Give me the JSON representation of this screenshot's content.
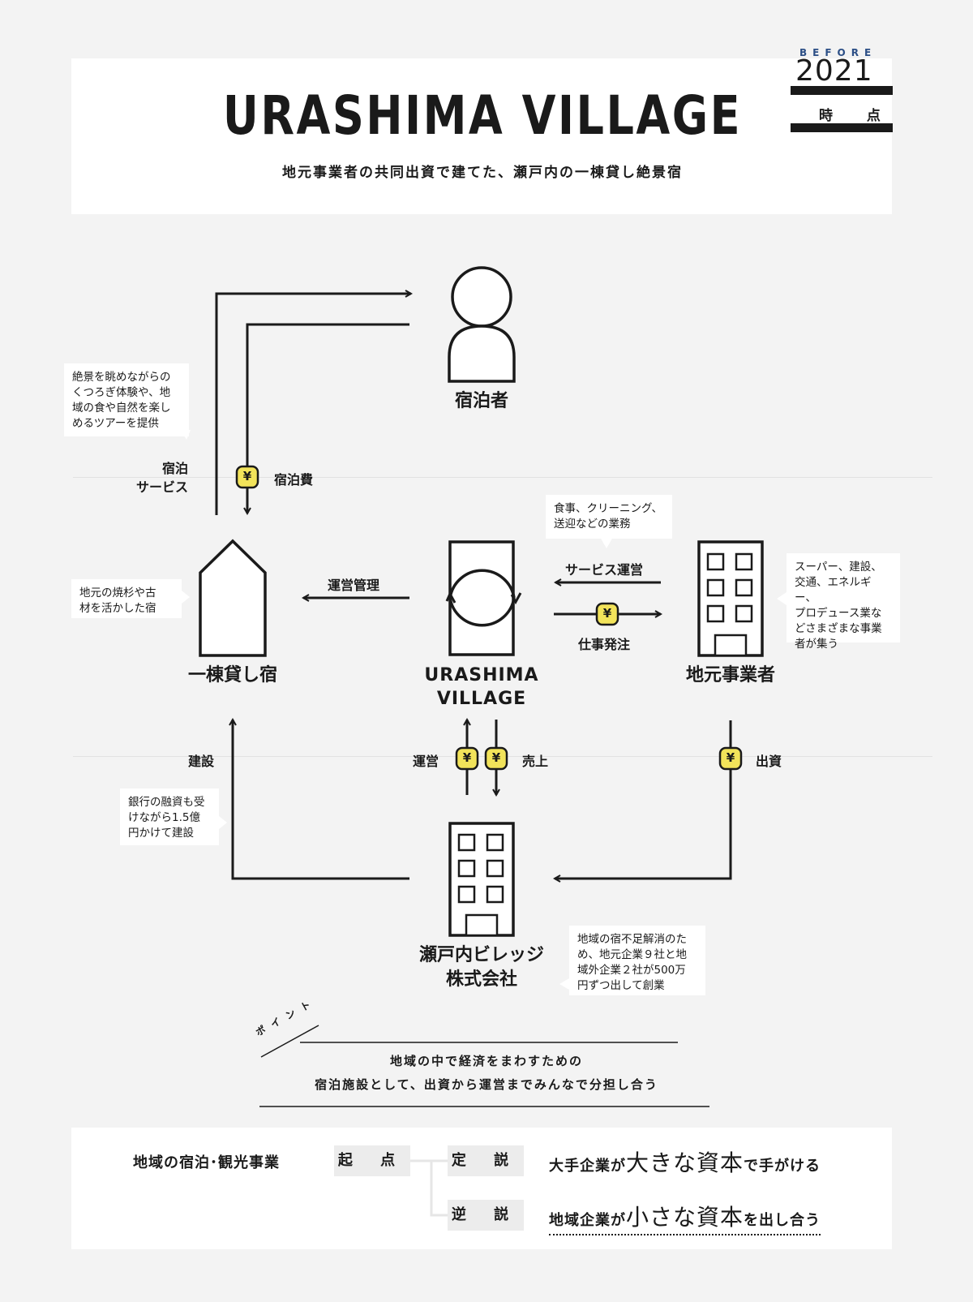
{
  "header": {
    "title": "URASHIMA VILLAGE",
    "subtitle": "地元事業者の共同出資で建てた、瀬戸内の一棟貸し絶景宿",
    "badge": {
      "before": "BEFORE",
      "year": "2021",
      "label": "時 点"
    }
  },
  "nodes": {
    "guest": "宿泊者",
    "inn": "一棟貸し宿",
    "village_line1": "URASHIMA",
    "village_line2": "VILLAGE",
    "business": "地元事業者",
    "company_line1": "瀬戸内ビレッジ",
    "company_line2": "株式会社"
  },
  "flows": {
    "stay_service": "宿泊\nサービス",
    "stay_fee": "宿泊費",
    "management": "運営管理",
    "service_ops": "サービス運営",
    "work_order": "仕事発注",
    "construction": "建設",
    "operation": "運営",
    "sales": "売上",
    "investment": "出資",
    "yen": "¥"
  },
  "notes": {
    "guest_note": "絶景を眺めながらの\nくつろぎ体験や、地\n域の食や自然を楽し\nめるツアーを提供",
    "business_tasks": "食事、クリーニング、\n送迎などの業務",
    "business_note": "スーパー、建設、\n交通、エネルギー、\nプロデュース業な\nどさまざまな事業\n者が集う",
    "inn_note": "地元の焼杉や古\n材を活かした宿",
    "construction_note": "銀行の融資も受\nけながら1.5億\n円かけて建設",
    "company_note": "地域の宿不足解消のた\nめ、地元企業９社と地\n域外企業２社が500万\n円ずつ出して創業"
  },
  "point": {
    "tag": "ポイント",
    "text": "地域の中で経済をまわすための\n宿泊施設として、出資から運営までみんなで分担し合う"
  },
  "bottom": {
    "subject": "地域の宿泊･観光事業",
    "origin": "起 点",
    "established": "定 説",
    "reverse": "逆 説",
    "est_a": "大手企業が",
    "est_b": "大きな資本",
    "est_c": "で手がける",
    "rev_a": "地域企業が",
    "rev_b": "小さな資本",
    "rev_c": "を出し合う"
  },
  "colors": {
    "yen_fill": "#f2e35a",
    "line": "#1a1a1a",
    "panel": "#ffffff",
    "background": "#f3f3f3",
    "accent": "#2c4f86"
  }
}
